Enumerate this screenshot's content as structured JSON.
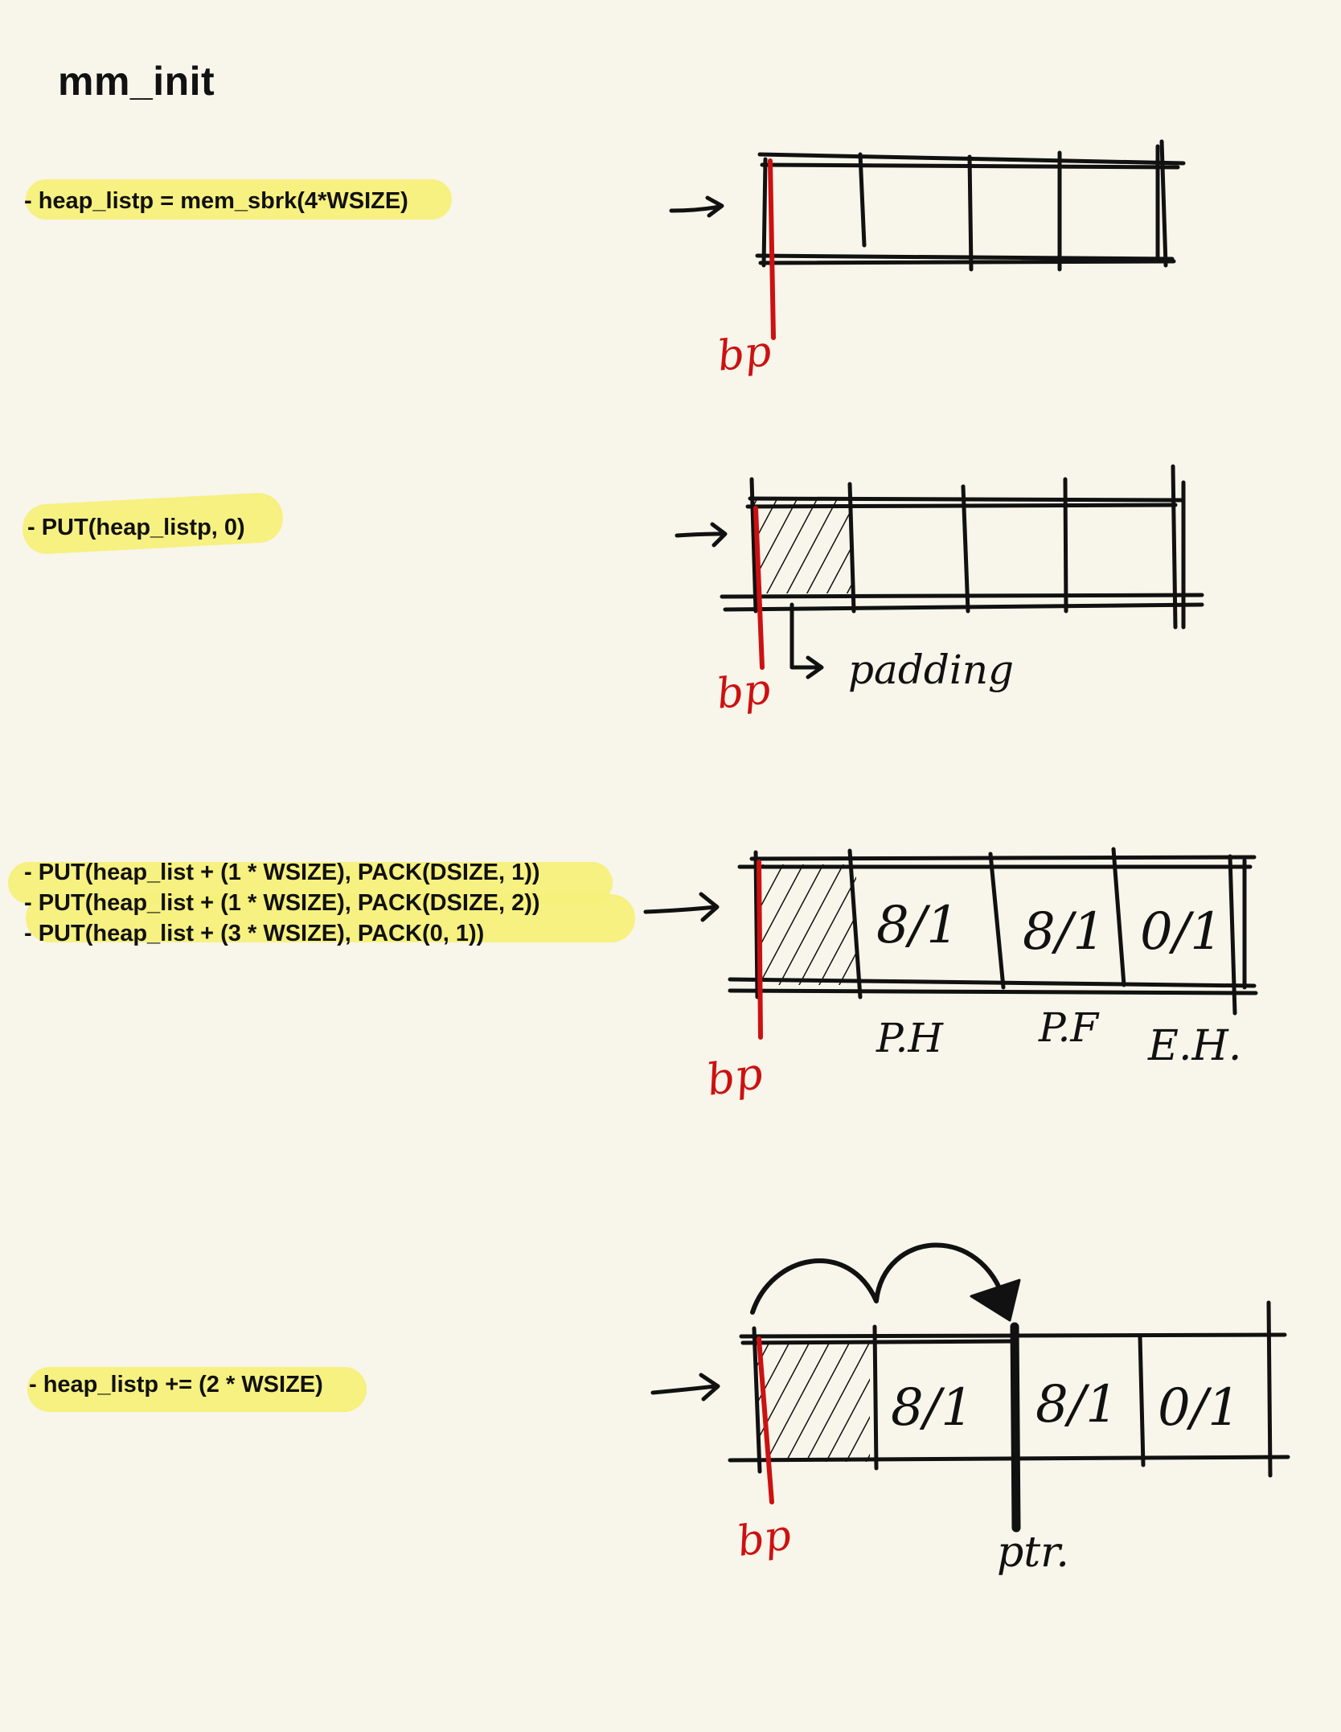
{
  "title": "mm_init",
  "steps": [
    {
      "lines": [
        "- heap_listp = mem_sbrk(4*WSIZE)"
      ]
    },
    {
      "lines": [
        "- PUT(heap_listp, 0)"
      ]
    },
    {
      "lines": [
        "- PUT(heap_list + (1 * WSIZE), PACK(DSIZE, 1))",
        "- PUT(heap_list + (1 * WSIZE), PACK(DSIZE, 2))",
        "- PUT(heap_list + (3 * WSIZE), PACK(0, 1))"
      ]
    },
    {
      "lines": [
        "- heap_listp += (2 * WSIZE)"
      ]
    }
  ],
  "annotations": {
    "bp": "bp",
    "padding": "padding",
    "ph": "P.H",
    "pf": "P.F",
    "eh": "E.H.",
    "ptr": "ptr.",
    "cell_81": "8/1",
    "cell_01": "0/1"
  },
  "colors": {
    "highlight": "#f5f07a",
    "pointer_red": "#cc1111",
    "ink": "#111111",
    "background": "#f8f5ea"
  }
}
